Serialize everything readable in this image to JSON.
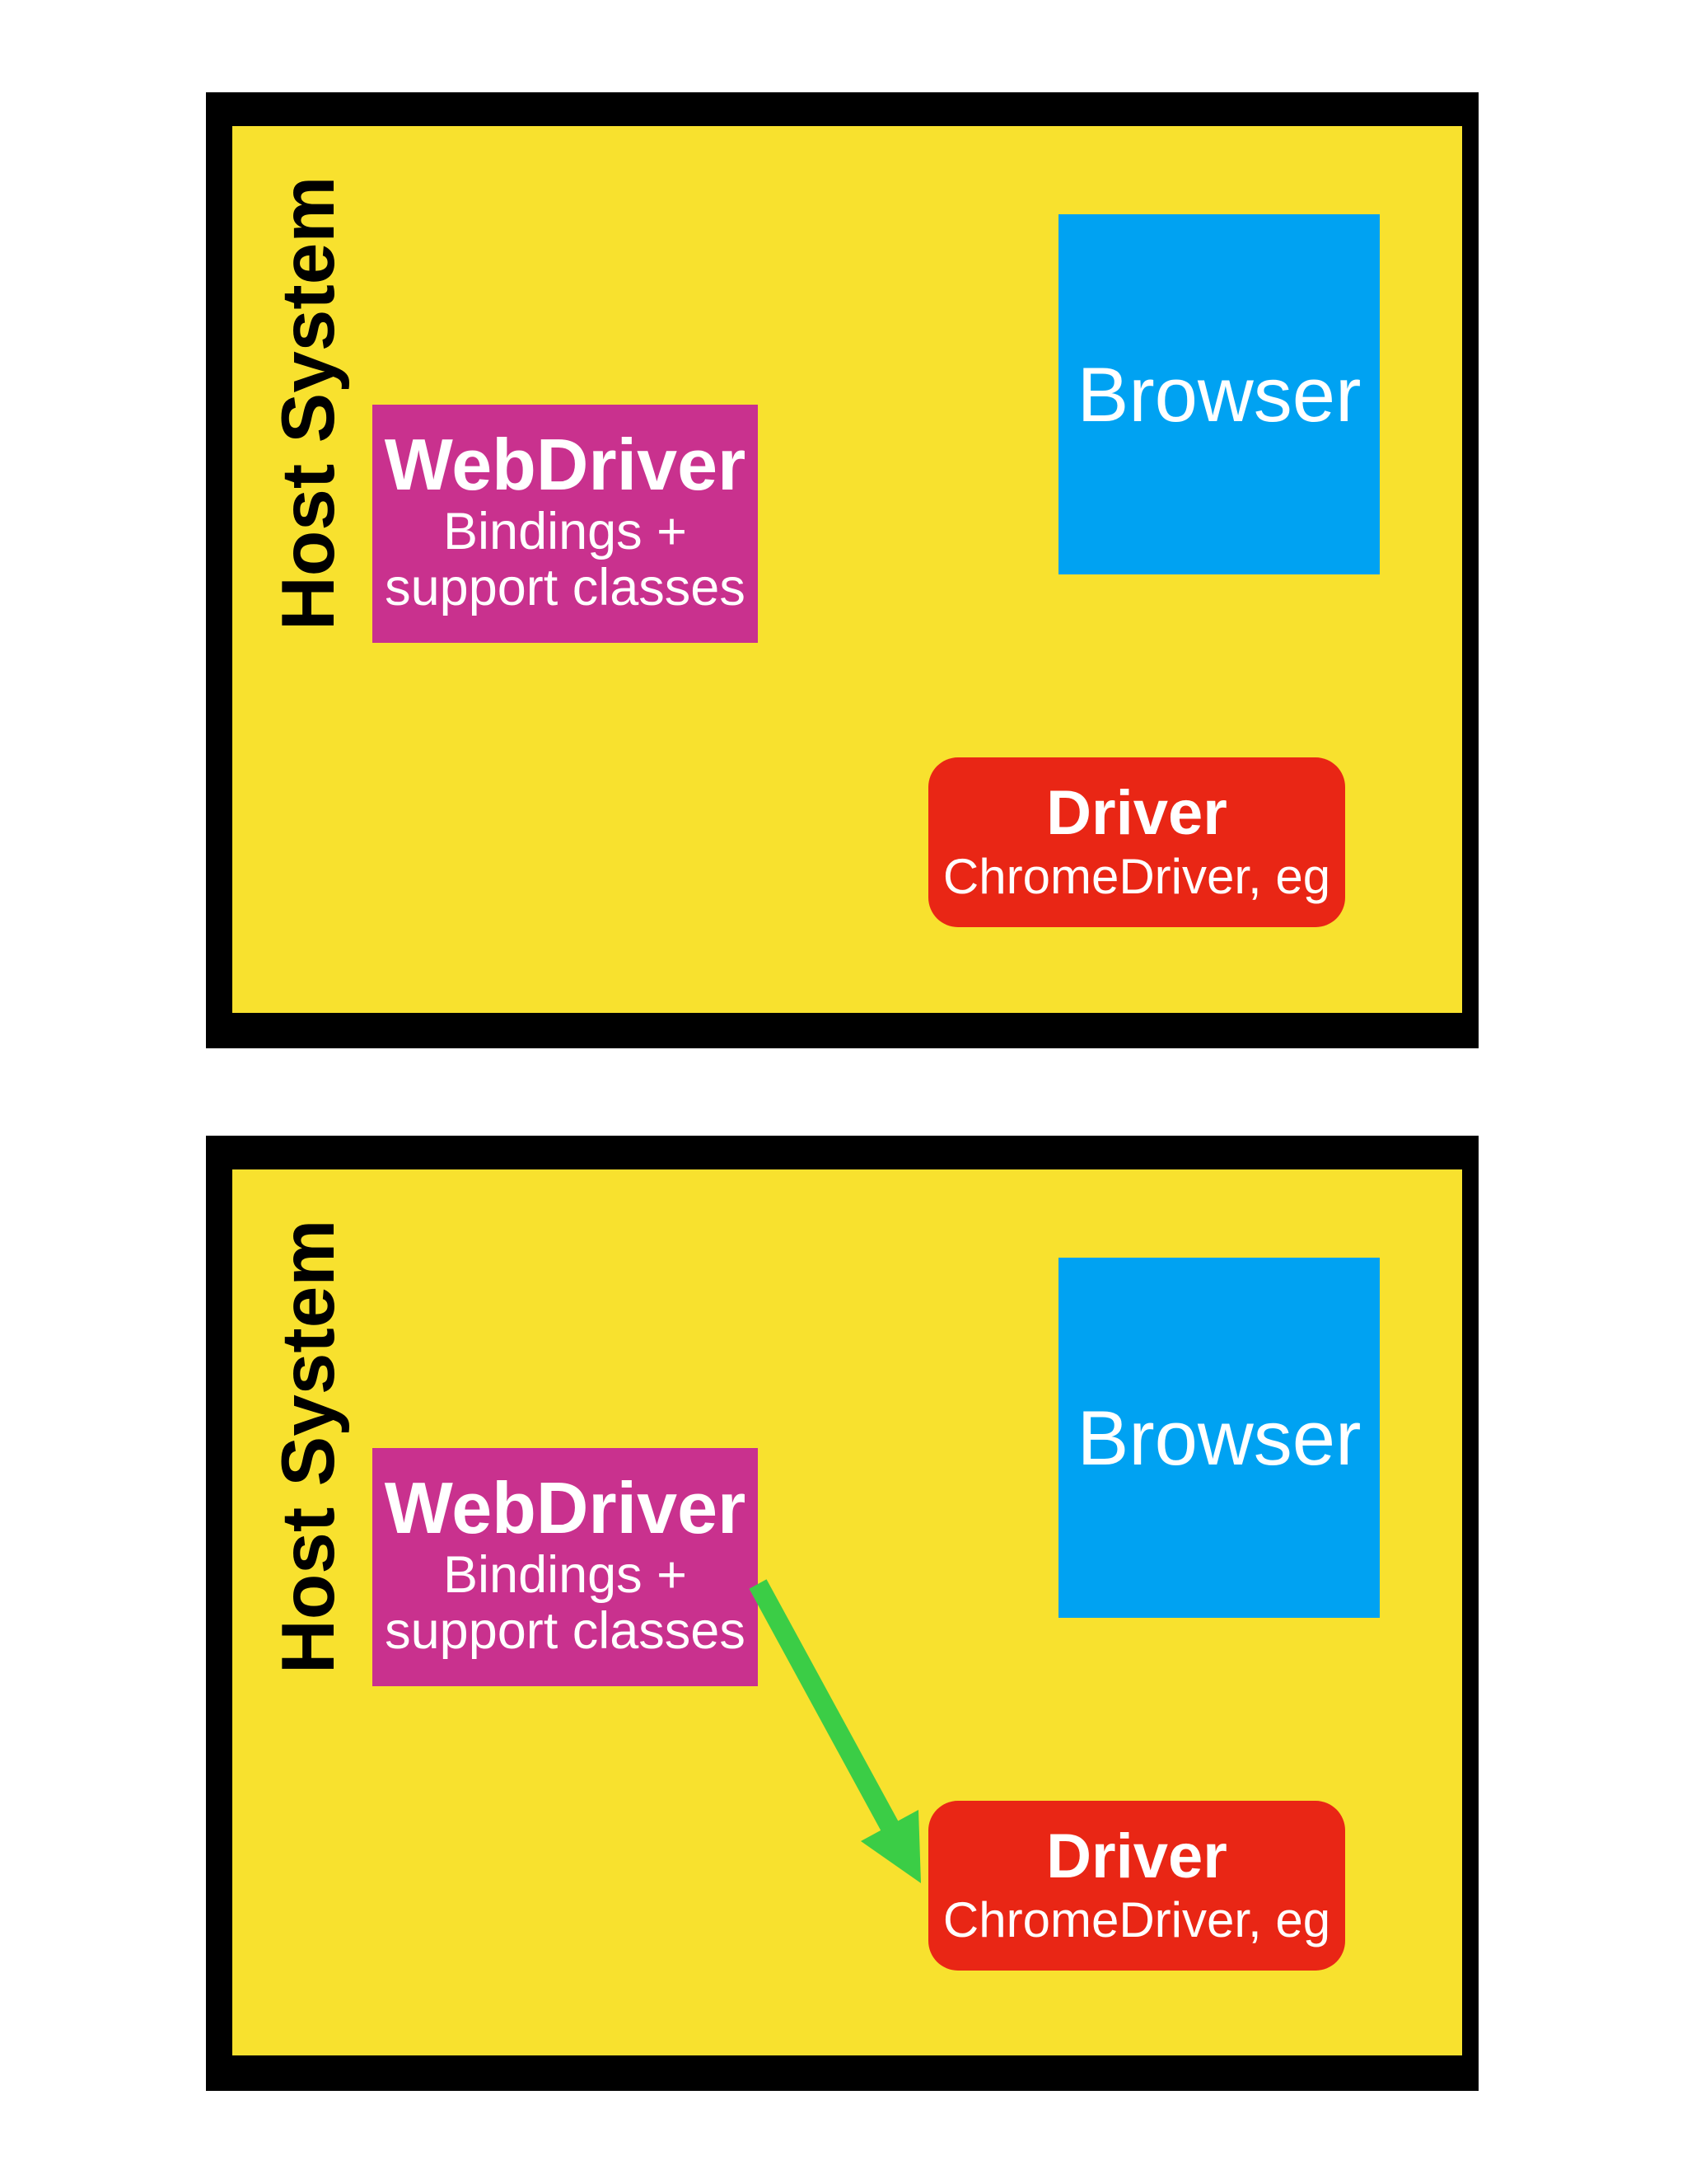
{
  "colors": {
    "yellow": "#F8E12E",
    "magenta": "#C9318E",
    "blue": "#00A2F2",
    "red": "#E92615",
    "green": "#3BCD46",
    "frame": "#000000",
    "text_light": "#FFFFFF",
    "text_dark": "#000000"
  },
  "diagrams": [
    {
      "host_label": "Host System",
      "webdriver_title": "WebDriver",
      "webdriver_line1": "Bindings +",
      "webdriver_line2": "support classes",
      "browser_label": "Browser",
      "driver_title": "Driver",
      "driver_subtitle": "ChromeDriver, eg",
      "has_arrow": false
    },
    {
      "host_label": "Host System",
      "webdriver_title": "WebDriver",
      "webdriver_line1": "Bindings +",
      "webdriver_line2": "support classes",
      "browser_label": "Browser",
      "driver_title": "Driver",
      "driver_subtitle": "ChromeDriver, eg",
      "has_arrow": true
    }
  ]
}
